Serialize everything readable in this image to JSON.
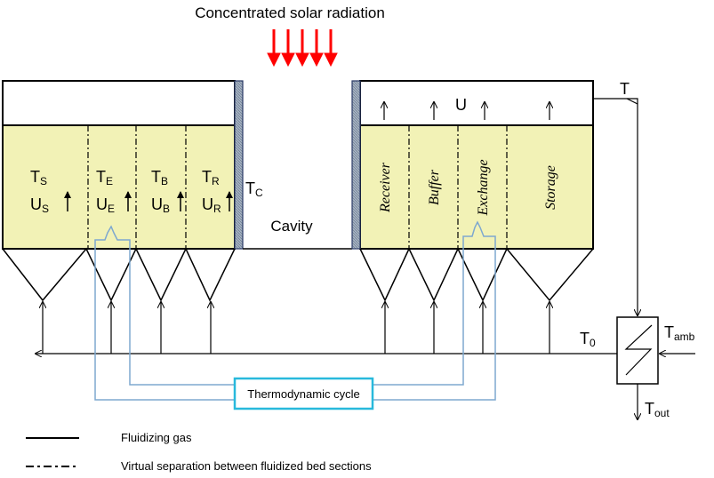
{
  "title": "Concentrated solar radiation",
  "cavity_label": "Cavity",
  "cavity_temp": {
    "base": "T",
    "sub": "C"
  },
  "left_sections": [
    {
      "t_base": "T",
      "t_sub": "S",
      "u_base": "U",
      "u_sub": "S"
    },
    {
      "t_base": "T",
      "t_sub": "E",
      "u_base": "U",
      "u_sub": "E"
    },
    {
      "t_base": "T",
      "t_sub": "B",
      "u_base": "U",
      "u_sub": "B"
    },
    {
      "t_base": "T",
      "t_sub": "R",
      "u_base": "U",
      "u_sub": "R"
    }
  ],
  "right_sections": [
    "Receiver",
    "Buffer",
    "Exchange",
    "Storage"
  ],
  "right_velocity": "U",
  "outlet_temp": "T",
  "return_temp": {
    "base": "T",
    "sub": "0"
  },
  "ambient_temp": {
    "base": "T",
    "sub": "amb"
  },
  "exit_temp": {
    "base": "T",
    "sub": "out"
  },
  "cycle_label": "Thermodynamic cycle",
  "legend": {
    "solid": "Fluidizing gas",
    "dashdot": "Virtual separation between fluidized bed sections"
  },
  "colors": {
    "bed": "#f2f2b6",
    "arrow_red": "#ff0000",
    "cycle_line": "#7ea8cf",
    "cycle_box": "#28b9dc",
    "wall": "#a6b3c4"
  }
}
